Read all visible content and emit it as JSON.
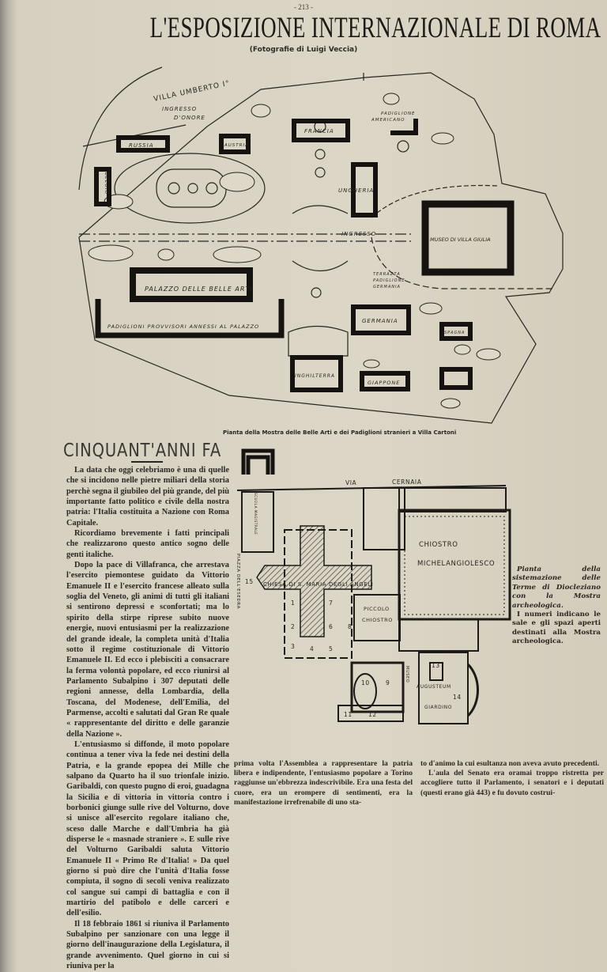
{
  "page_number": "- 213 -",
  "title": "L'ESPOSIZIONE INTERNAZIONALE DI ROMA",
  "subtitle": "(Fotografie di Luigi Veccia)",
  "map": {
    "labels": {
      "villa_umberto": "VILLA UMBERTO I°",
      "ingresso_onore_1": "INGRESSO",
      "ingresso_onore_2": "D'ONORE",
      "russia": "RUSSIA",
      "austria": "AUSTRIA",
      "francia": "FRANCIA",
      "americano_1": "PADIGLIONE",
      "americano_2": "AMERICANO",
      "belgio": "BELGIO",
      "ungheria": "UNGHERIA",
      "museo": "MUSEO DI VILLA GIULIA",
      "ingresso": "INGRESSO",
      "palazzo": "PALAZZO DELLE BELLE ARTI",
      "padiglioni": "PADIGLIONI PROVVISORI ANNESSI AL PALAZZO",
      "terrazza_1": "TERRAZZA",
      "terrazza_2": "PADIGLIONE",
      "terrazza_3": "GERMANIA",
      "germania": "GERMANIA",
      "spagna": "SPAGNA",
      "inghilterra": "INGHILTERRA",
      "giappone": "GIAPPONE"
    },
    "caption": "Pianta della Mostra delle Belle Arti e dei Padiglioni stranieri a Villa Cartoni"
  },
  "article": {
    "heading": "CINQUANT'ANNI FA",
    "left_paragraphs": [
      "La data che oggi celebriamo è una di quelle che si incidono nelle pietre miliari della storia perchè segna il giubileo del più grande, del più importante fatto politico e civile della nostra patria: l'Italia costituita a Nazione con Roma Capitale.",
      "Ricordiamo brevemente i fatti principali che realizzarono questo antico sogno delle genti italiche.",
      "Dopo la pace di Villafranca, che arrestava l'esercito piemontese guidato da Vittorio Emanuele II e l'esercito francese alleato sulla soglia del Veneto, gli animi di tutti gli italiani si sentirono depressi e sconfortati; ma lo spirito della stirpe riprese subito nuove energie, nuovi entusiasmi per la realizzazione del grande ideale, la completa unità d'Italia sotto il regime costituzionale di Vittorio Emanuele II. Ed ecco i plebisciti a consacrare la ferma volontà popolare, ed ecco riunirsi al Parlamento Subalpino i 307 deputati delle regioni annesse, della Lombardia, della Toscana, del Modenese, dell'Emilia, del Parmense, accolti e salutati dal Gran Re quale « rappresentante del diritto e delle garanzie della Nazione ».",
      "L'entusiasmo si diffonde, il moto popolare continua a tener viva la fede nei destini della Patria, e la grande epopea dei Mille che salpano da Quarto ha il suo trionfale inizio. Garibaldi, con questo pugno di eroi, guadagna la Sicilia e di vittoria in vittoria contro i borbonici giunge sulle rive del Volturno, dove si unisce all'esercito regolare italiano che, sceso dalle Marche e dall'Umbria ha già disperse le « masnade straniere ». E sulle rive del Volturno Garibaldi saluta Vittorio Emanuele II « Primo Re d'Italia! » Da quel giorno si può dire che l'unità d'Italia fosse compiuta, il sogno di secoli veniva realizzato col sangue sui campi di battaglia e con il martirio del patibolo e delle carceri e dell'esilio.",
      "Il 18 febbraio 1861 si riuniva il Parlamento Subalpino per sanzionare con una legge il giorno dell'inaugurazione della Legislatura, il grande avvenimento. Quel giorno in cui si riuniva per la"
    ],
    "bottom_col1": [
      "prima volta l'Assemblea a rappresentare la patria libera e indipendente, l'entusiasmo popolare a Torino raggiunse un'ebbrezza indescrivibile. Era una festa del cuore, era un erompere di sentimenti, era la manifestazione irrefrenabile di uno sta-"
    ],
    "bottom_col2": [
      "to d'animo la cui esultanza non aveva avuto precedenti.",
      "L'aula del Senato era oramai troppo ristretta per accogliere tutto il Parlamento, i senatori e i deputati (questi erano già 443) e fu dovuto costrui-"
    ]
  },
  "plan": {
    "labels": {
      "via": "VIA",
      "cernaia": "CERNAIA",
      "chiostro_1": "CHIOSTRO",
      "chiostro_2": "MICHELANGIOLESCO",
      "chiesa": "CHIESA DI S. MARIA DEGLI ANGELI",
      "piccolo_1": "PICCOLO",
      "piccolo_2": "CHIOSTRO",
      "piazza": "PIAZZA DELL'ESEDRA",
      "scuola": "SCUOLA MAGISTRALE",
      "museo": "MUSEO",
      "augusteum": "AUGUSTEUM",
      "giardino": "GIARDINO"
    },
    "numbers": [
      "1",
      "2",
      "3",
      "4",
      "5",
      "6",
      "7",
      "8",
      "9",
      "10",
      "11",
      "12",
      "13",
      "14",
      "15"
    ],
    "caption": [
      "Pianta della sistemazione delle Terme di Diocleziano con la Mostra archeologica.",
      "I numeri indicano le sale e gli spazi aperti destinati alla Mostra archeologica."
    ]
  }
}
